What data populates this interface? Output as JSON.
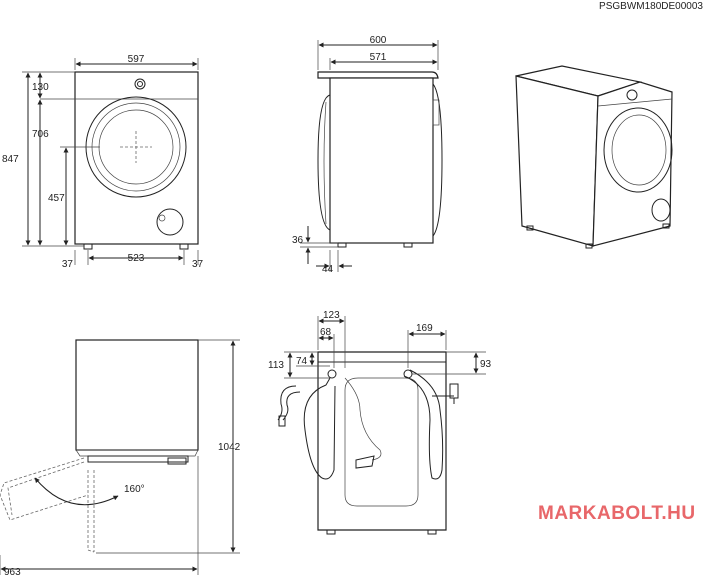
{
  "document": {
    "code": "PSGBWM180DE00003",
    "brand": "MARKABOLT.HU"
  },
  "front_view": {
    "width": "597",
    "top_panel": "130",
    "door_height": "706",
    "total_height": "847",
    "door_center": "457",
    "feet_span": "523",
    "left_offset": "37",
    "right_offset": "37"
  },
  "side_view": {
    "total_depth": "600",
    "body_depth": "571",
    "foot_height": "36",
    "foot_offset": "44"
  },
  "top_view": {
    "door_angle": "160°",
    "depth_open": "1042",
    "width_open": "963"
  },
  "rear_view": {
    "left_inlet_offset": "123",
    "left_inlet_inner": "68",
    "left_drop": "113",
    "left_drop_inner": "74",
    "right_inlet_offset": "169",
    "right_drop": "93"
  }
}
